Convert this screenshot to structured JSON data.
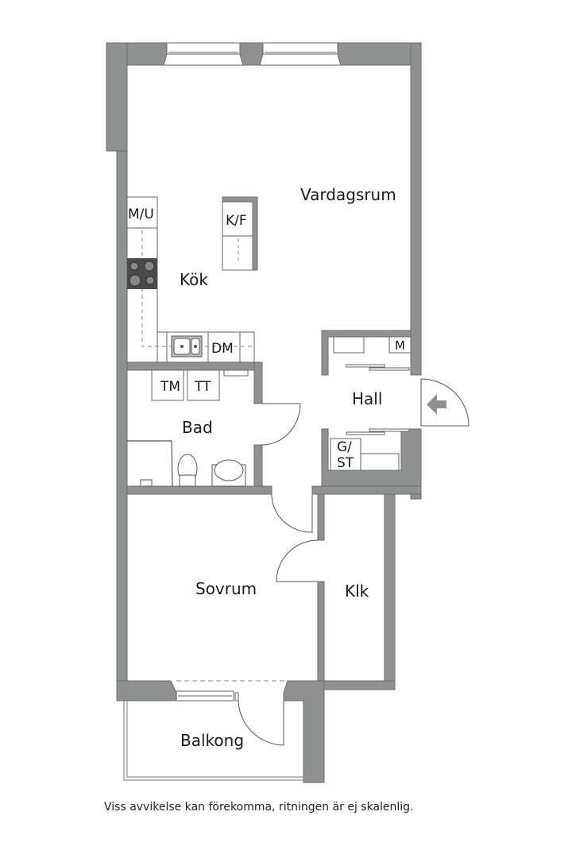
{
  "plan": {
    "wall_color": "#909292",
    "wall_stroke": "#6b6d6d",
    "stove_color": "#4a4a4a",
    "rooms": {
      "vardagsrum": "Vardagsrum",
      "kok": "Kök",
      "bad": "Bad",
      "hall": "Hall",
      "sovrum": "Sovrum",
      "klk": "Klk",
      "balkong": "Balkong"
    },
    "fixtures": {
      "mu": "M/U",
      "kf": "K/F",
      "dm": "DM",
      "tm": "TM",
      "tt": "TT",
      "m": "M",
      "gst_line1": "G/",
      "gst_line2": "ST"
    },
    "entrance_icon": "entrance-arrow-icon"
  },
  "footer": {
    "disclaimer": "Viss avvikelse kan förekomma, ritningen är ej skalenlig."
  }
}
